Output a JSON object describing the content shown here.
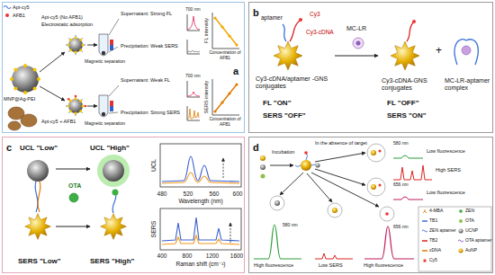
{
  "diagram": {
    "nodes": [
      {
        "text": [
          "a"
        ]
      },
      {
        "text": [
          "b"
        ]
      },
      {
        "text": [
          "c"
        ]
      },
      {
        "text": [
          "d"
        ]
      }
    ],
    "labels": [
      "Apt-cy5",
      "AFB1",
      "Apt-cy5 (No AFB1)",
      "Electrostatic adsorption",
      "Apt-cy5 + AFB1",
      "MNP@Ag-PEI",
      "Magnetic separation",
      "Supernatant: Strong FL",
      "700 nm",
      "Precipitation: Weak SERS",
      "Magnetic separation",
      "Supernatant: Weak FL",
      "700 nm",
      "Precipitation: Strong SERS",
      "FL intensity",
      "Concentration of AFB1",
      "SERS intensity",
      "Concentration of AFB1",
      "aptamer",
      "Cy3",
      "Cy3-cDNA",
      "Cy3-cDNA/aptamer -GNS conjugates",
      "FL \"ON\"",
      "SERS \"OFF\"",
      "MC-LR",
      "Cy3-cDNA-GNS conjugates",
      "+",
      "MC-LR-aptamer complex",
      "FL \"OFF\"",
      "SERS \"ON\"",
      "UCL \"Low\"",
      "SERS \"Low\"",
      "OTA",
      "UCL \"High\"",
      "SERS \"High\"",
      "UCL",
      "480",
      "520",
      "560",
      "600",
      "Wavelength (nm)",
      "SERS",
      "400",
      "800",
      "1200",
      "1600",
      "Raman shift (cm⁻¹)",
      "Incubation",
      "In the absence of target",
      "580 nm",
      "Low fluorescence",
      "High SERS",
      "656 nm",
      "Low fluorescence",
      "580 nm",
      "High fluorescence",
      "Low SERS",
      "656 nm",
      "High fluorescence"
    ],
    "legend": [
      {
        "text": "4-MBA"
      },
      {
        "text": "ZEN"
      },
      {
        "text": "TB1"
      },
      {
        "text": "OTA"
      },
      {
        "text": "ZEN aptamer"
      },
      {
        "text": "UCNP"
      },
      {
        "text": "TB2"
      },
      {
        "text": "OTA aptamer"
      },
      {
        "text": "cDNA"
      },
      {
        "text": "AuNP"
      },
      {
        "text": "Cy5"
      }
    ]
  }
}
